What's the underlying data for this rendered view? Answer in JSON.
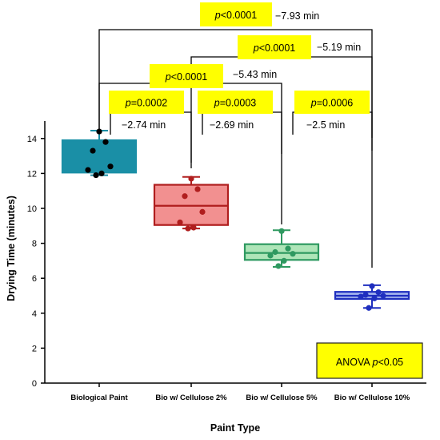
{
  "chart_data": {
    "type": "box",
    "xlabel": "Paint Type",
    "ylabel": "Drying Time (minutes)",
    "ylim": [
      0,
      15
    ],
    "yticks": [
      0,
      2,
      4,
      6,
      8,
      10,
      12,
      14
    ],
    "grid": false,
    "categories": [
      "Biological Paint",
      "Bio w/ Cellulose 2%",
      "Bio w/ Cellulose 5%",
      "Bio w/ Cellulose 10%"
    ],
    "boxes": [
      {
        "min": 11.9,
        "q1": 12.05,
        "median": 12.75,
        "q3": 13.9,
        "max": 14.45,
        "color": "#1a8fa6",
        "fill": "#1a8fa6",
        "points": [
          14.4,
          13.8,
          13.3,
          12.4,
          12.2,
          12.0,
          11.9
        ]
      },
      {
        "min": 8.85,
        "q1": 9.05,
        "median": 10.15,
        "q3": 11.35,
        "max": 11.8,
        "color": "#b01e1e",
        "fill": "#f29090",
        "points": [
          11.7,
          11.1,
          10.7,
          9.8,
          9.2,
          8.9,
          8.85
        ]
      },
      {
        "min": 6.65,
        "q1": 7.05,
        "median": 7.45,
        "q3": 7.95,
        "max": 8.75,
        "color": "#2e9960",
        "fill": "#aee5b8",
        "points": [
          8.7,
          7.7,
          7.5,
          7.4,
          7.3,
          7.0,
          6.7
        ]
      },
      {
        "min": 4.3,
        "q1": 4.82,
        "median": 5.0,
        "q3": 5.22,
        "max": 5.6,
        "color": "#1f2fbf",
        "fill": "#a8b8f0",
        "points": [
          5.55,
          5.2,
          5.05,
          5.0,
          4.95,
          4.85,
          4.3
        ]
      }
    ],
    "comparisons": [
      {
        "from": 0,
        "to": 3,
        "p_prefix": "p",
        "p_rest": "<0.0001",
        "diff": "−7.93 min"
      },
      {
        "from": 1,
        "to": 3,
        "p_prefix": "p",
        "p_rest": "<0.0001",
        "diff": "−5.19 min"
      },
      {
        "from": 0,
        "to": 2,
        "p_prefix": "p",
        "p_rest": "<0.0001",
        "diff": "−5.43 min"
      },
      {
        "from": 0,
        "to": 1,
        "p_prefix": "p",
        "p_rest": "=0.0002",
        "diff": "−2.74 min"
      },
      {
        "from": 1,
        "to": 2,
        "p_prefix": "p",
        "p_rest": "=0.0003",
        "diff": "−2.69 min"
      },
      {
        "from": 2,
        "to": 3,
        "p_prefix": "p",
        "p_rest": "=0.0006",
        "diff": "−2.5 min"
      }
    ],
    "annotation": {
      "prefix": "ANOVA ",
      "p": "p",
      "rest": "<0.05"
    },
    "colors": {
      "highlight": "#ffff00",
      "annotation_border": "#222222"
    }
  }
}
